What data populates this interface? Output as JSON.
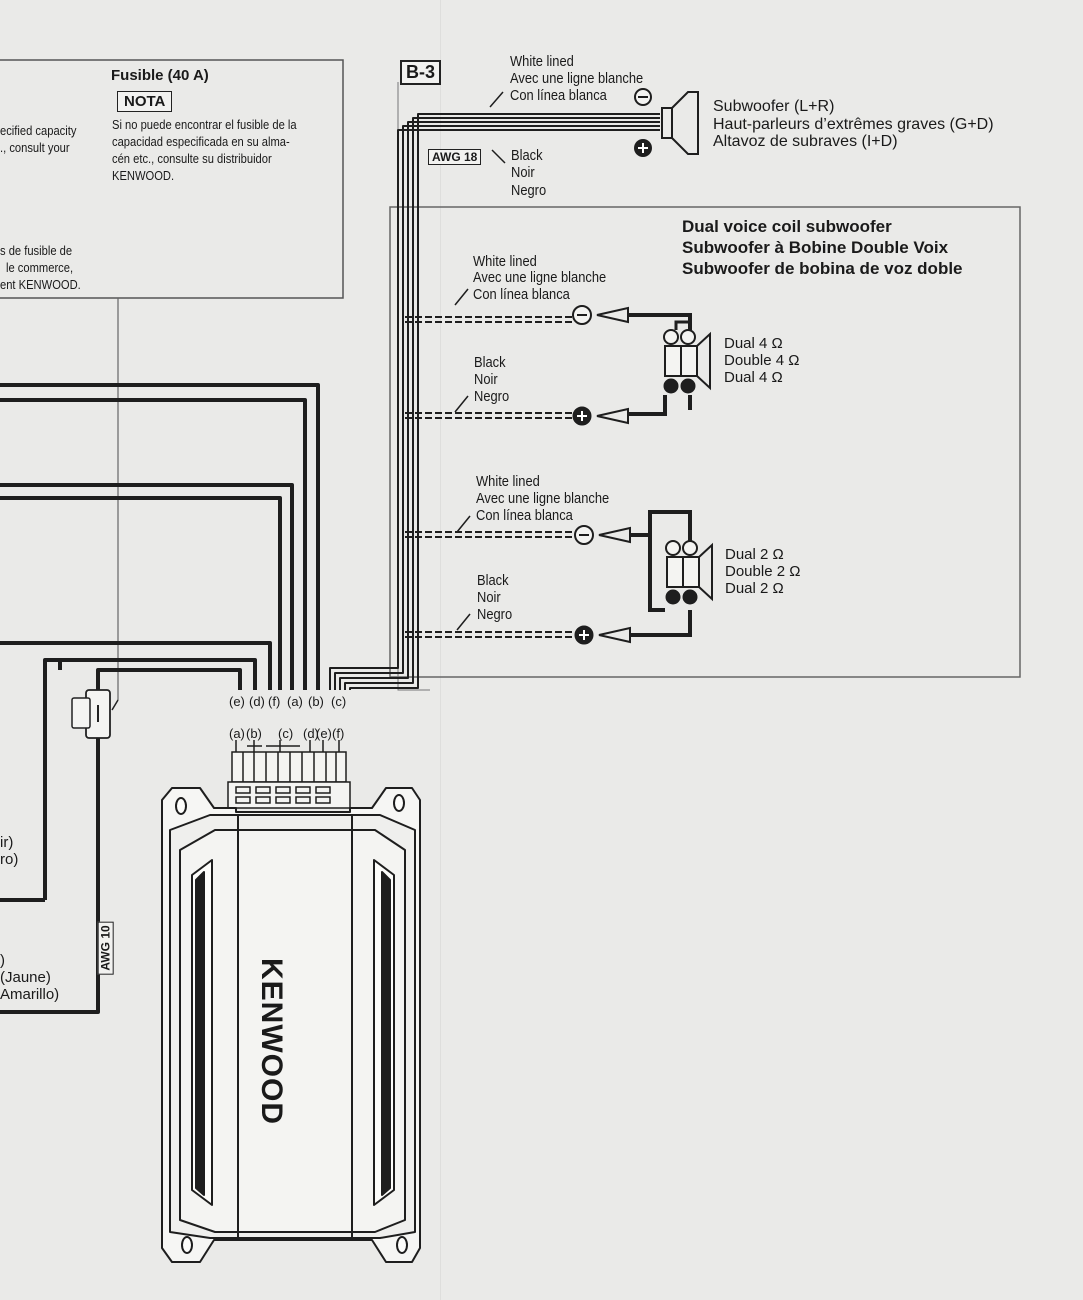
{
  "fuse_box": {
    "title": "Fusible (40 A)",
    "nota_label": "NOTA",
    "nota_text_lines": [
      "Si no puede encontrar el fusible de la",
      "capacidad especificada en su alma-",
      "cén etc., consulte su distribuidor",
      "KENWOOD."
    ],
    "left_cut_lines": [
      "ecified capacity",
      "., consult your"
    ],
    "left_cut_lines_2": [
      "s de fusible de",
      "le commerce,",
      "ent KENWOOD."
    ]
  },
  "left_edge_labels": {
    "a": [
      "ir)",
      "ro)"
    ],
    "b": [
      ")",
      "(Jaune)",
      "Amarillo)"
    ]
  },
  "awg10": "AWG 10",
  "section_b3": {
    "tag": "B-3",
    "white_lined": [
      "White lined",
      "Avec une ligne blanche",
      "Con línea blanca"
    ],
    "black": [
      "Black",
      "Noir",
      "Negro"
    ],
    "awg18": "AWG 18",
    "subwoofer": [
      "Subwoofer (L+R)",
      "Haut-parleurs d’extrêmes graves (G+D)",
      "Altavoz de subraves (I+D)"
    ]
  },
  "dual_box": {
    "title": [
      "Dual voice coil subwoofer",
      "Subwoofer à Bobine Double Voix",
      "Subwoofer de bobina de voz doble"
    ],
    "upper": {
      "white_lined": [
        "White lined",
        "Avec une ligne blanche",
        "Con línea blanca"
      ],
      "black": [
        "Black",
        "Noir",
        "Negro"
      ],
      "impedance": [
        "Dual 4 Ω",
        "Double 4 Ω",
        "Dual 4 Ω"
      ]
    },
    "lower": {
      "white_lined": [
        "White lined",
        "Avec une ligne blanche",
        "Con línea blanca"
      ],
      "black": [
        "Black",
        "Noir",
        "Negro"
      ],
      "impedance": [
        "Dual 2 Ω",
        "Double 2 Ω",
        "Dual 2 Ω"
      ]
    }
  },
  "amp": {
    "brand": "KENWOOD",
    "wire_labels": [
      "(e)",
      "(d)",
      "(f)",
      "(a)",
      "(b)",
      "(c)"
    ],
    "pin_labels": [
      "(a)",
      "(b)",
      "(c)",
      "(d)",
      "(e)",
      "(f)"
    ]
  }
}
